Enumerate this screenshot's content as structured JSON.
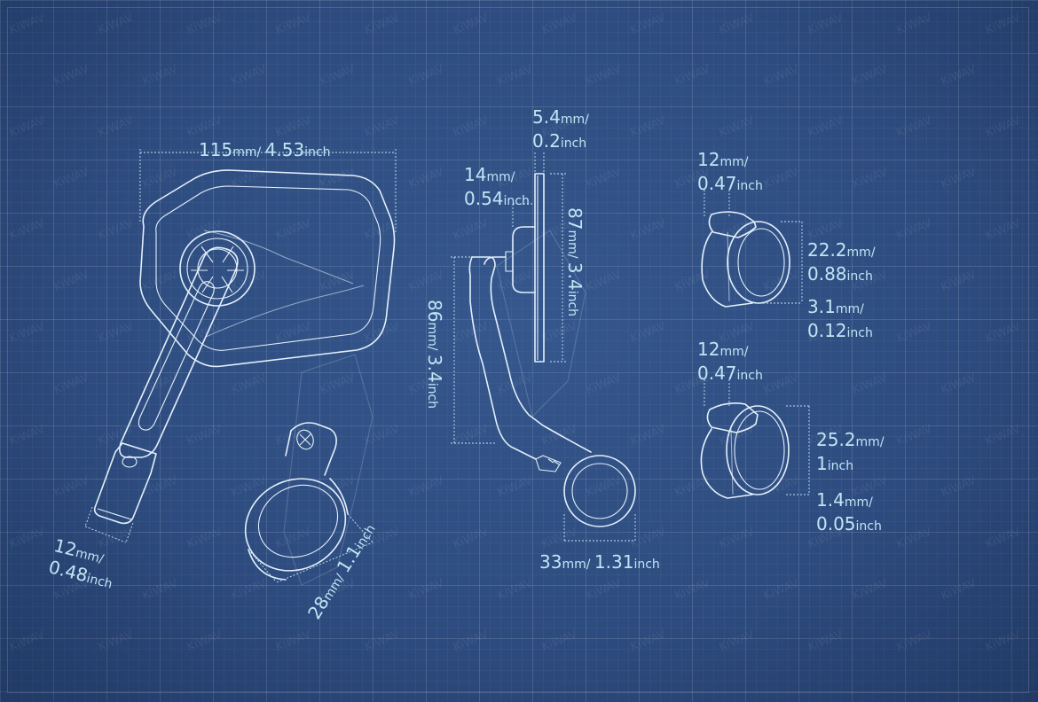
{
  "watermark": "KiWAV",
  "dimensions": {
    "mirror_width": {
      "value": "115",
      "unit": "mm",
      "value2": "4.53",
      "unit2": "inch"
    },
    "arm_width": {
      "value": "12",
      "unit": "mm",
      "value2": "0.48",
      "unit2": "inch"
    },
    "clamp_diameter": {
      "value": "28",
      "unit": "mm",
      "value2": "1.1",
      "unit2": "inch"
    },
    "glass_thickness": {
      "value": "5.4",
      "unit": "mm",
      "value2": "0.2",
      "unit2": "inch"
    },
    "head_depth": {
      "value": "14",
      "unit": "mm",
      "value2": "0.54",
      "unit2": "inch"
    },
    "glass_height": {
      "value": "87",
      "unit": "mm",
      "value2": "3.4",
      "unit2": "inch"
    },
    "arm_height": {
      "value": "86",
      "unit": "mm",
      "value2": "3.4",
      "unit2": "inch"
    },
    "clamp_width": {
      "value": "33",
      "unit": "mm",
      "value2": "1.31",
      "unit2": "inch"
    },
    "ring1_width": {
      "value": "12",
      "unit": "mm",
      "value2": "0.47",
      "unit2": "inch"
    },
    "ring1_diameter": {
      "value": "22.2",
      "unit": "mm",
      "value2": "0.88",
      "unit2": "inch"
    },
    "ring1_thickness": {
      "value": "3.1",
      "unit": "mm",
      "value2": "0.12",
      "unit2": "inch"
    },
    "ring2_width": {
      "value": "12",
      "unit": "mm",
      "value2": "0.47",
      "unit2": "inch"
    },
    "ring2_diameter": {
      "value": "25.2",
      "unit": "mm",
      "value2": "1",
      "unit2": "inch"
    },
    "ring2_thickness": {
      "value": "1.4",
      "unit": "mm",
      "value2": "0.05",
      "unit2": "inch"
    }
  },
  "colors": {
    "background": "#2d4b7e",
    "line": "#e3f0fb",
    "label": "#bfe6f4"
  }
}
